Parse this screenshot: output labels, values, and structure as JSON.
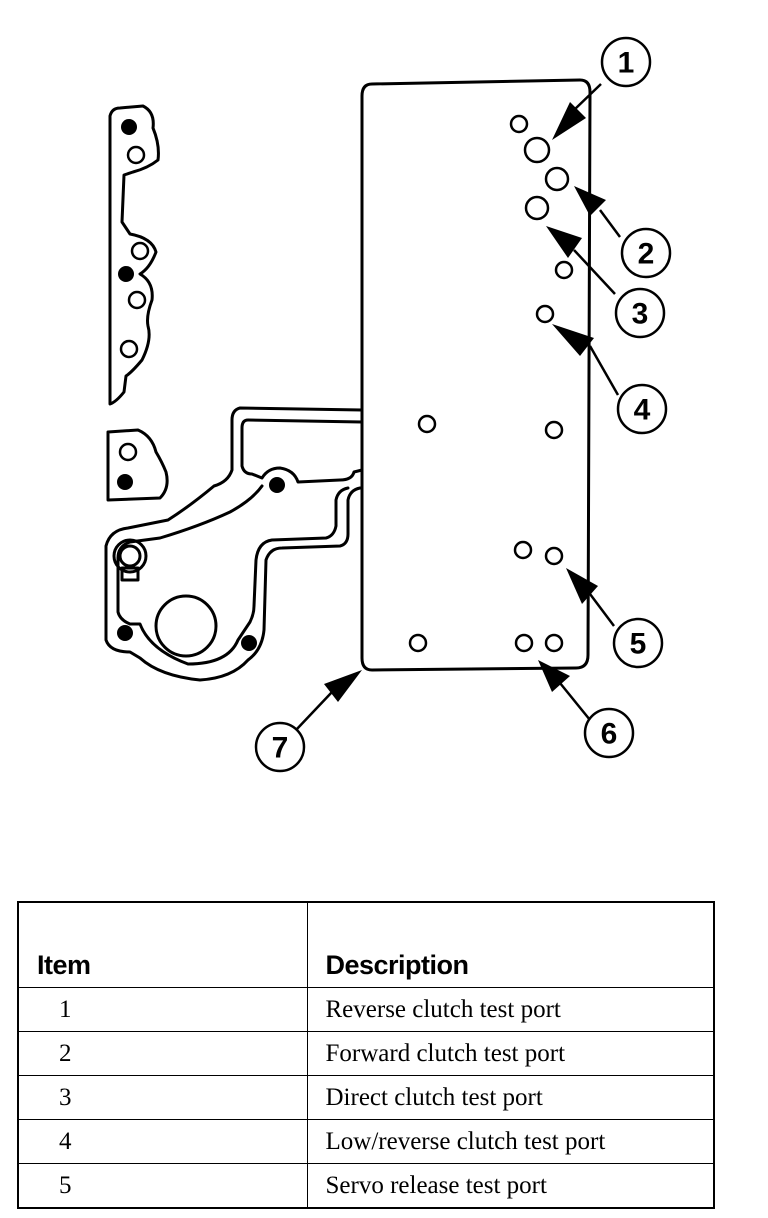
{
  "figure": {
    "callouts": [
      "1",
      "2",
      "3",
      "4",
      "5",
      "6",
      "7"
    ]
  },
  "table": {
    "headers": {
      "item": "Item",
      "description": "Description"
    },
    "rows": [
      {
        "item": "1",
        "description": "Reverse clutch test port"
      },
      {
        "item": "2",
        "description": "Forward clutch test port"
      },
      {
        "item": "3",
        "description": "Direct clutch test port"
      },
      {
        "item": "4",
        "description": "Low/reverse clutch test port"
      },
      {
        "item": "5",
        "description": "Servo release test port"
      }
    ]
  }
}
